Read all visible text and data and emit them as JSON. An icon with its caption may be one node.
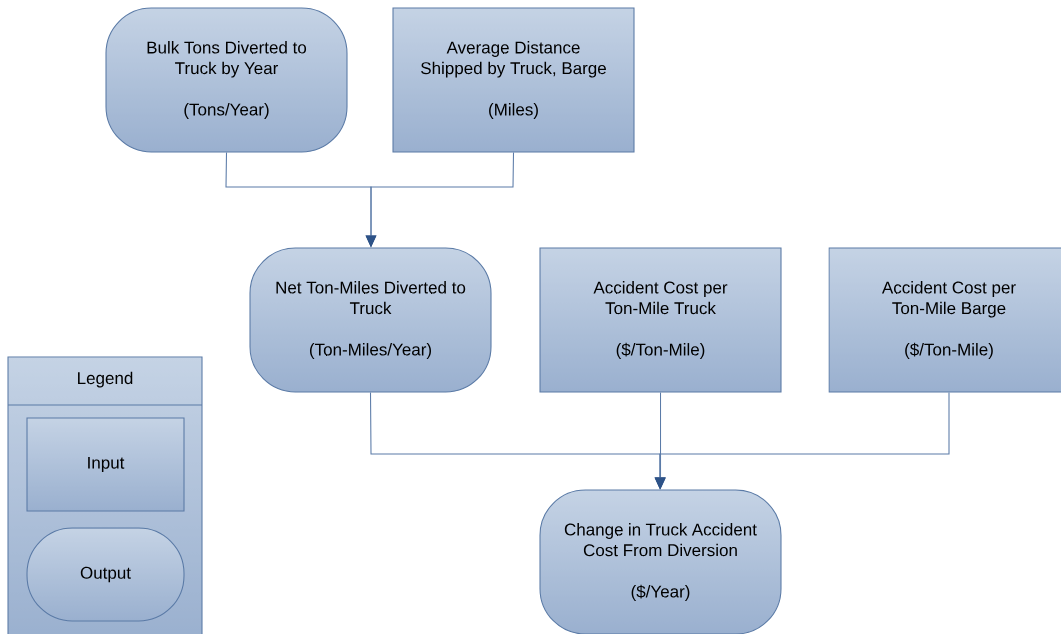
{
  "diagram": {
    "nodes": [
      {
        "text": [
          "Bulk Tons Diverted to Truck by Year",
          "(Tons/Year)"
        ]
      },
      {
        "text": [
          "Average Distance Shipped by Truck, Barge",
          "(Miles)"
        ]
      },
      {
        "text": [
          "Net Ton-Miles Diverted to Truck",
          "(Ton-Miles/Year)"
        ]
      },
      {
        "text": [
          "Accident Cost per Ton-Mile Truck",
          "($/Ton-Mile)"
        ]
      },
      {
        "text": [
          "Accident Cost per Ton-Mile Barge",
          "($/Ton-Mile)"
        ]
      },
      {
        "text": [
          "Change in Truck Accident Cost From Diversion",
          "($/Year)"
        ]
      },
      {
        "text": [
          "Legend"
        ]
      },
      {
        "text": [
          "Input"
        ],
        "in": 6
      },
      {
        "text": [
          "Output"
        ],
        "in": 6
      }
    ],
    "edges": [
      {
        "from": 0,
        "to": 2,
        "arrow": "to"
      },
      {
        "from": 1,
        "to": 2,
        "arrow": "to"
      },
      {
        "from": 2,
        "to": 5,
        "arrow": "to"
      },
      {
        "from": 3,
        "to": 5,
        "arrow": "to"
      },
      {
        "from": 4,
        "to": 5,
        "arrow": "to"
      }
    ]
  }
}
